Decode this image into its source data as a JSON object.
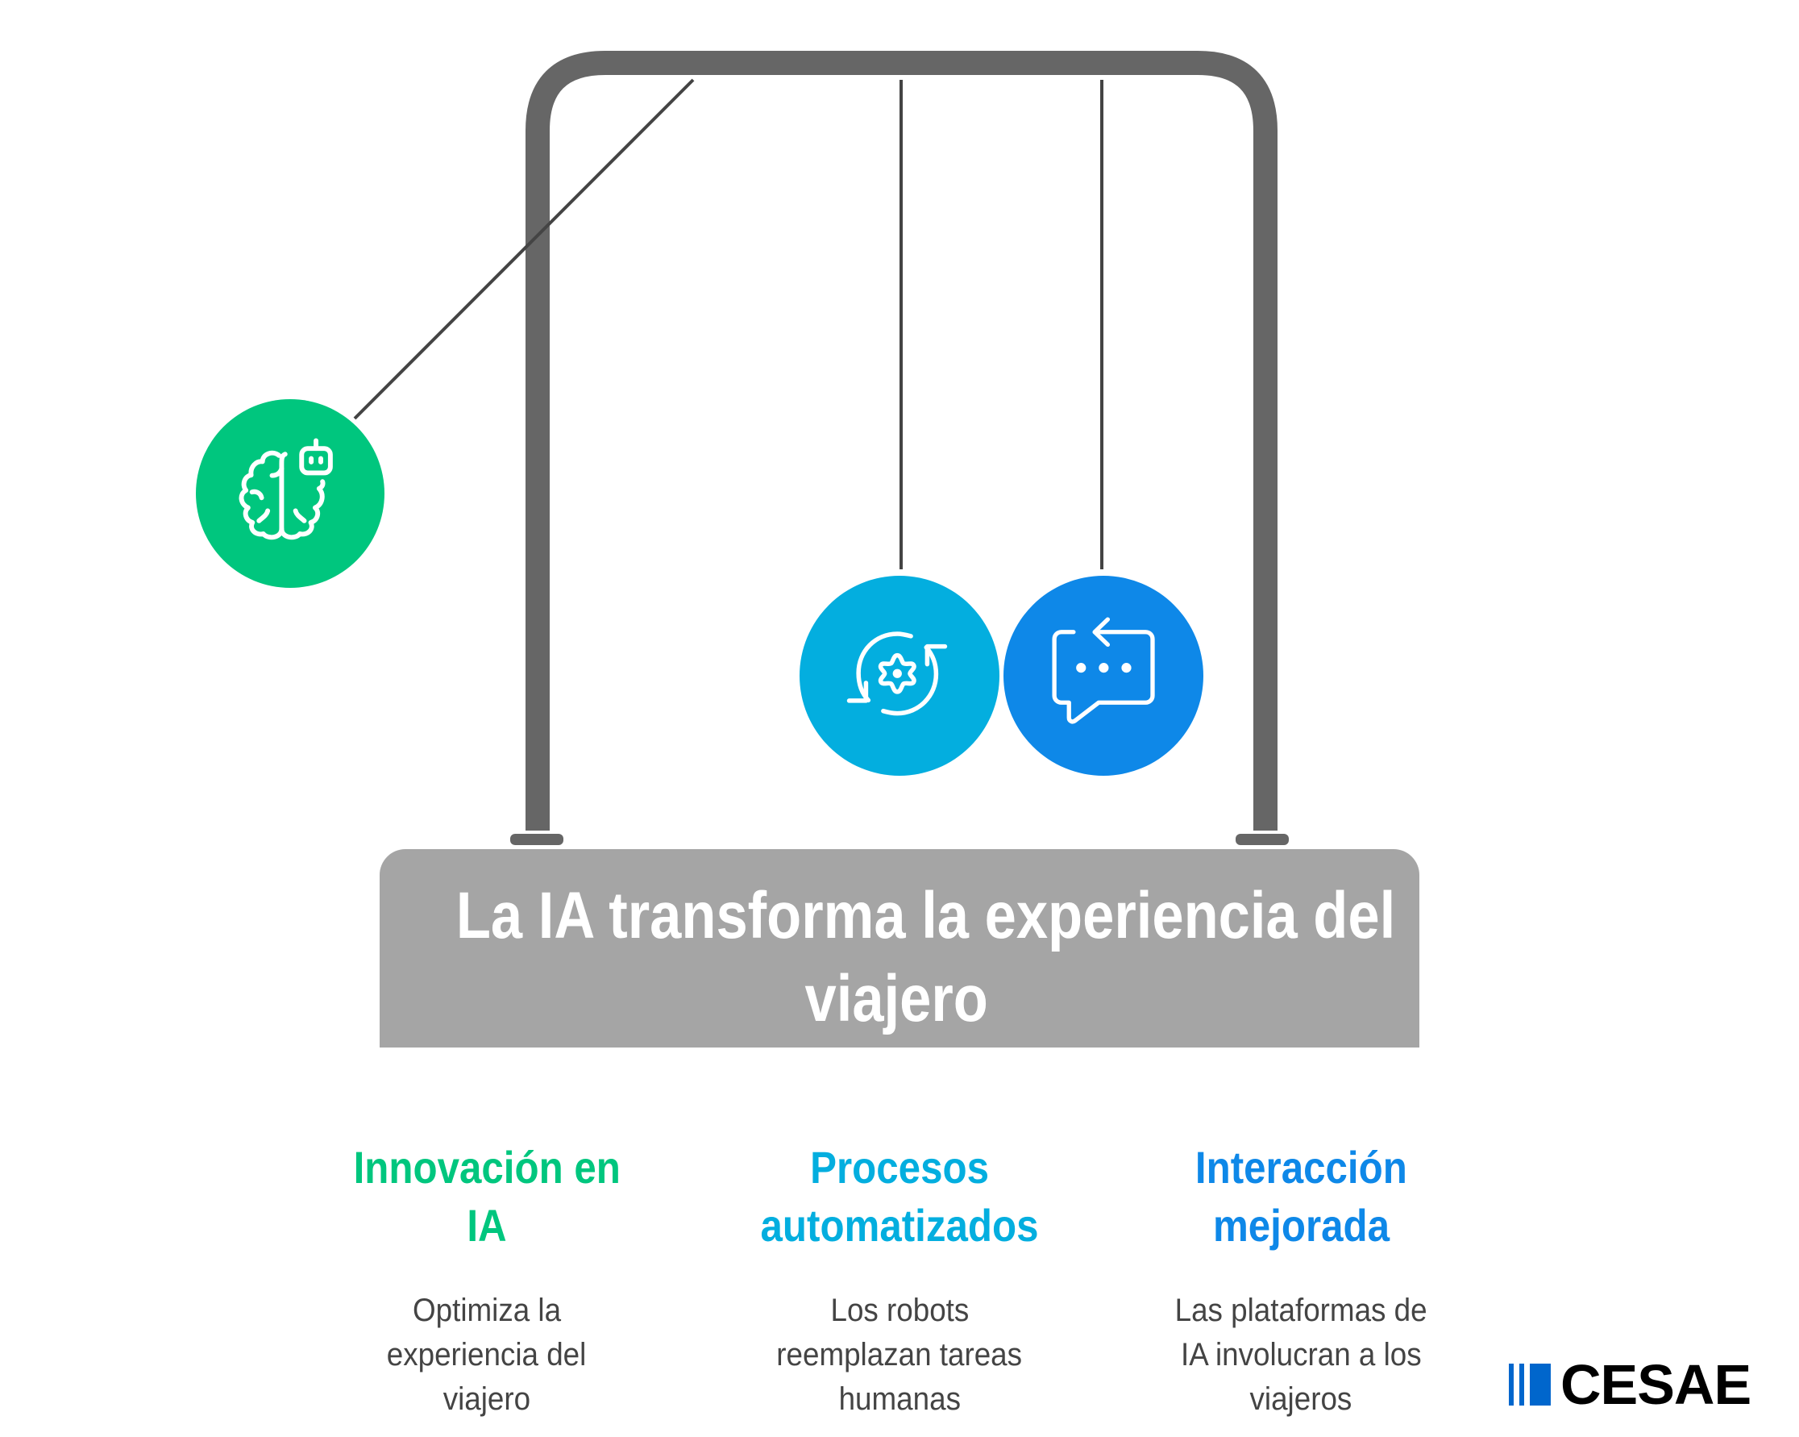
{
  "colors": {
    "frame": "#666666",
    "string": "#444444",
    "title_box": "#a5a5a5",
    "title_text": "#ffffff",
    "body_text": "#444444",
    "green": "#00c67e",
    "cyan": "#03aedf",
    "blue": "#0e88e8",
    "logo_blue": "#0066cc"
  },
  "title": {
    "line1": "La IA transforma la experiencia del",
    "line2": "viajero"
  },
  "balls": [
    {
      "icon": "brain-robot-icon",
      "color": "#00c67e"
    },
    {
      "icon": "gear-cycle-icon",
      "color": "#03aedf"
    },
    {
      "icon": "chat-reply-icon",
      "color": "#0e88e8"
    }
  ],
  "columns": [
    {
      "heading_lines": [
        "Innovación en",
        "IA"
      ],
      "body_lines": [
        "Optimiza la",
        "experiencia del",
        "viajero"
      ],
      "color": "#00c67e"
    },
    {
      "heading_lines": [
        "Procesos",
        "automatizados"
      ],
      "body_lines": [
        "Los robots",
        "reemplazan tareas",
        "humanas"
      ],
      "color": "#03aedf"
    },
    {
      "heading_lines": [
        "Interacción",
        "mejorada"
      ],
      "body_lines": [
        "Las plataformas de",
        "IA involucran a los",
        "viajeros"
      ],
      "color": "#0e88e8"
    }
  ],
  "logo": {
    "text": "CESAE"
  }
}
